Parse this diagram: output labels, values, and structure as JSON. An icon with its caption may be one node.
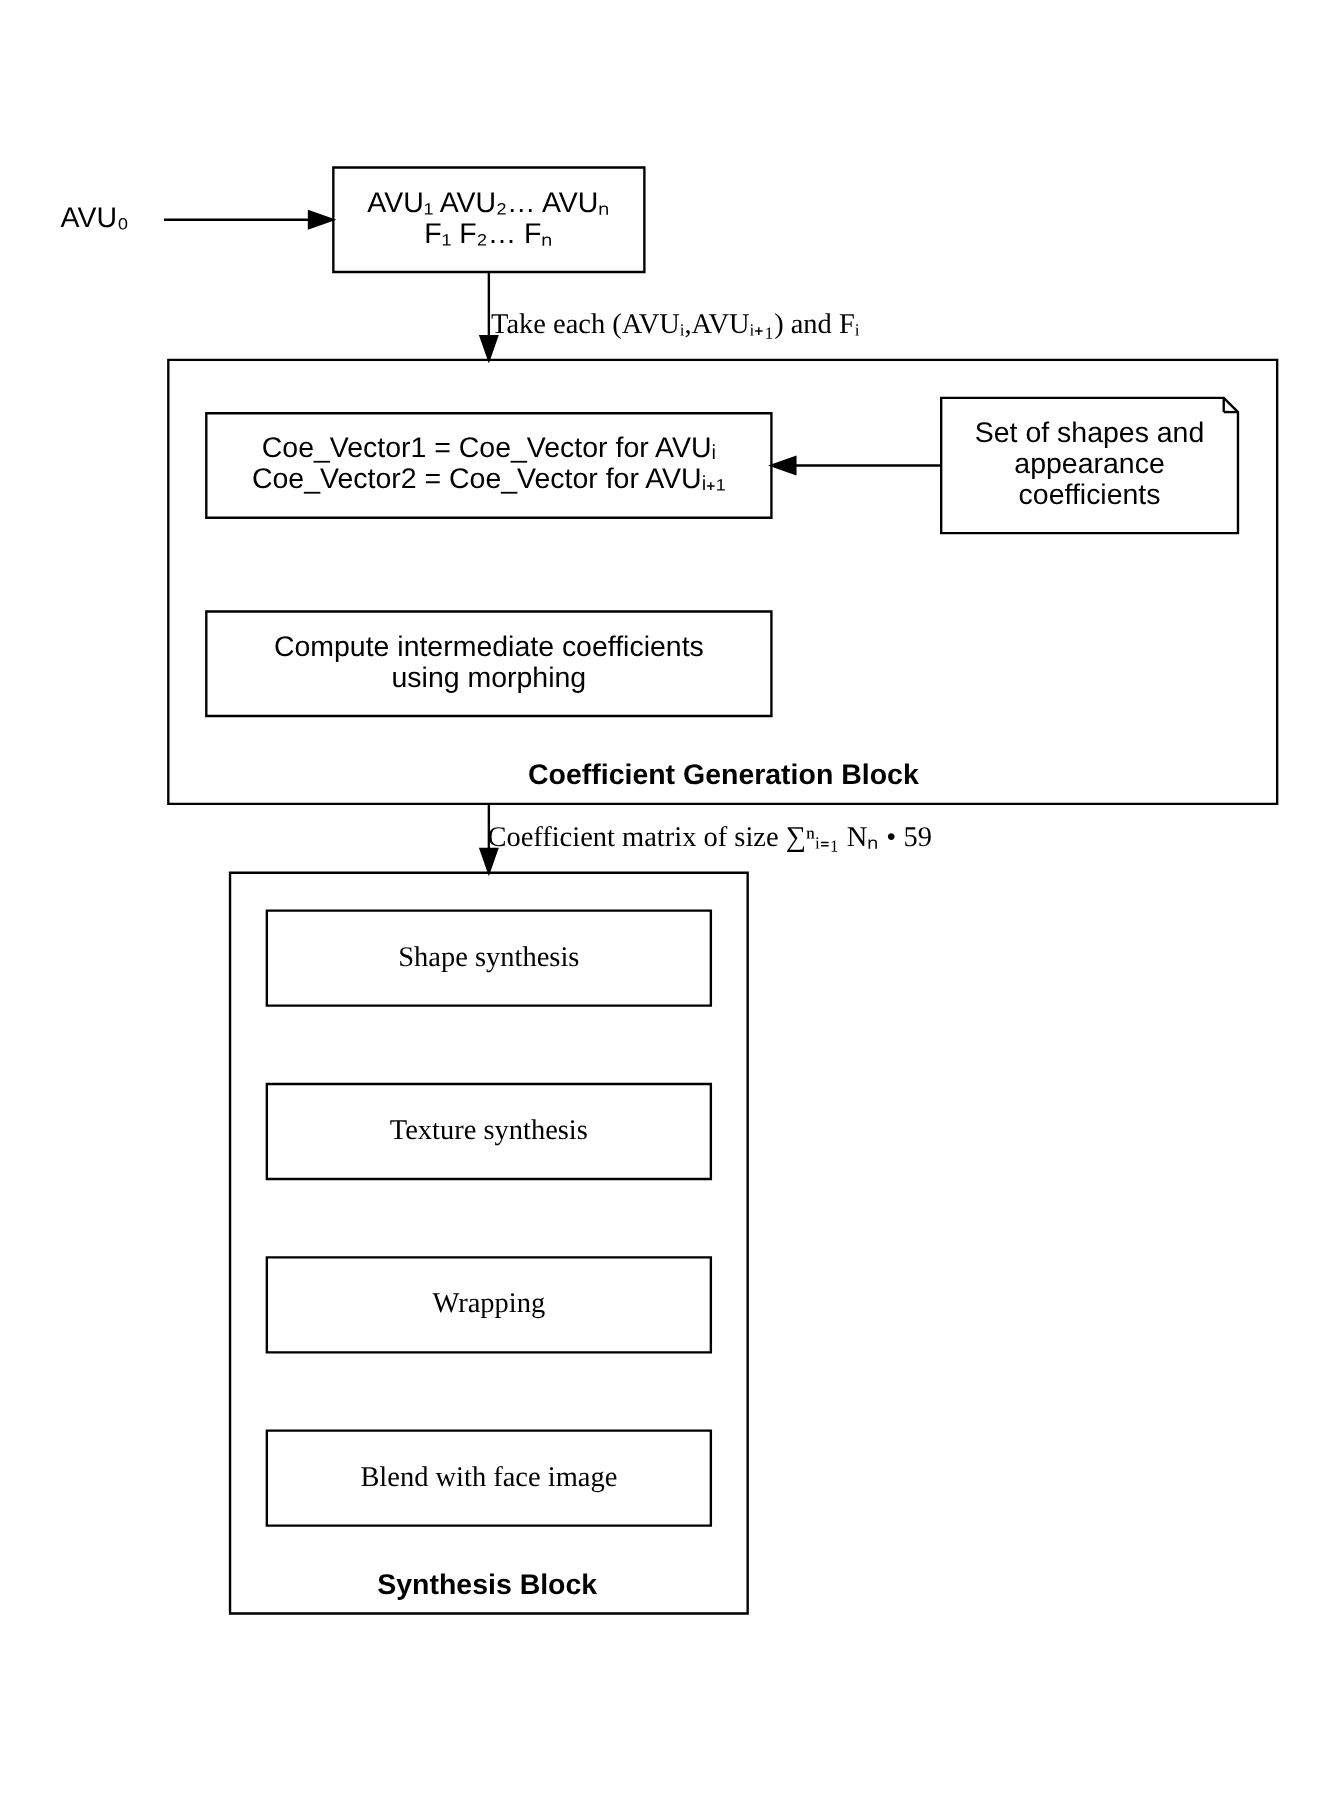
{
  "diagram": {
    "nodes": [
      {
        "text": [
          "AVU₀"
        ]
      },
      {
        "text": [
          "AVU₁ AVU₂… AVUₙ",
          "F₁ F₂… Fₙ"
        ]
      },
      {
        "text": [
          "Coefficient Generation Block"
        ]
      },
      {
        "text": [
          "Coe_Vector1 = Coe_Vector for AVUᵢ",
          "Coe_Vector2 = Coe_Vector for AVUᵢ₊₁"
        ],
        "in": 2
      },
      {
        "text": [
          "Set of shapes and appearance coefficients"
        ],
        "in": 2
      },
      {
        "text": [
          "Compute intermediate coefficients using morphing"
        ],
        "in": 2
      },
      {
        "text": [
          "Synthesis Block"
        ]
      },
      {
        "text": [
          "Shape synthesis"
        ],
        "in": 6
      },
      {
        "text": [
          "Texture synthesis"
        ],
        "in": 6
      },
      {
        "text": [
          "Wrapping"
        ],
        "in": 6
      },
      {
        "text": [
          "Blend with face image"
        ],
        "in": 6
      }
    ],
    "edges": [
      {
        "from": 0,
        "to": 1,
        "arrow": "to"
      },
      {
        "from": 1,
        "to": 2,
        "arrow": "to",
        "label": "Take each (AVUᵢ,AVUᵢ₊₁) and Fᵢ"
      },
      {
        "from": 4,
        "to": 3,
        "arrow": "to"
      },
      {
        "from": 2,
        "to": 6,
        "arrow": "to",
        "label": "Coefficient matrix of size ∑ⁿᵢ₌₁ Nₙ • 59"
      }
    ]
  }
}
